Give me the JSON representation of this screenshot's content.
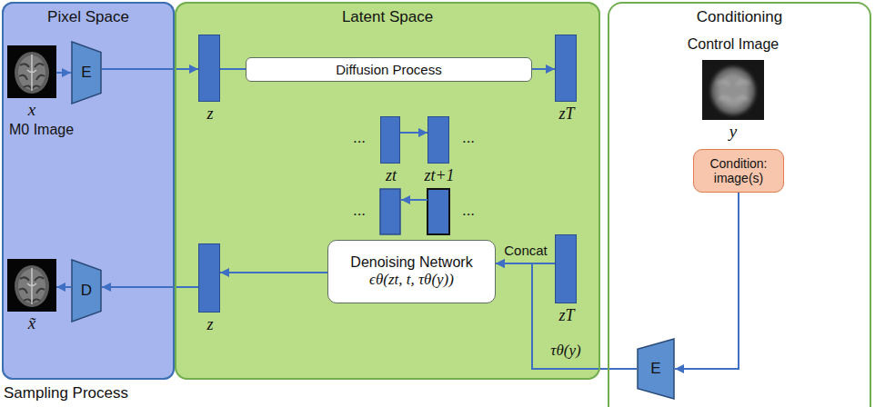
{
  "diagram": {
    "nodes": [
      {
        "text": [
          "Pixel Space"
        ]
      },
      {
        "text": [
          "x",
          "M0 Image"
        ],
        "in": 0
      },
      {
        "text": [
          "E"
        ],
        "in": 0
      },
      {
        "text": [
          "x̃"
        ],
        "in": 0
      },
      {
        "text": [
          "D"
        ],
        "in": 0
      },
      {
        "text": [
          "Latent Space"
        ]
      },
      {
        "text": [
          "z"
        ],
        "in": 5
      },
      {
        "text": [
          "Diffusion Process"
        ],
        "in": 5
      },
      {
        "text": [
          "zT"
        ],
        "in": 5
      },
      {
        "text": [
          "zt"
        ],
        "in": 5
      },
      {
        "text": [
          "zt+1"
        ],
        "in": 5
      },
      {
        "text": [
          "z"
        ],
        "in": 5
      },
      {
        "text": [
          "Denoising Network",
          "ϵθ(zt, t, τθ(y))"
        ],
        "in": 5
      },
      {
        "text": [
          "zT"
        ],
        "in": 5
      },
      {
        "text": [
          "Conditioning"
        ]
      },
      {
        "text": [
          "Control Image",
          "y"
        ],
        "in": 14
      },
      {
        "text": [
          "Condition: image(s)"
        ],
        "in": 14
      },
      {
        "text": [
          "E"
        ],
        "in": 14
      }
    ],
    "edges": [
      {
        "from": 1,
        "to": 2,
        "arrow": "to"
      },
      {
        "from": 2,
        "to": 6,
        "arrow": "to"
      },
      {
        "from": 6,
        "to": 7,
        "arrow": "none"
      },
      {
        "from": 7,
        "to": 8,
        "arrow": "to"
      },
      {
        "from": 9,
        "to": 10,
        "arrow": "to"
      },
      {
        "from": 12,
        "to": 11,
        "arrow": "to"
      },
      {
        "from": 11,
        "to": 4,
        "arrow": "to"
      },
      {
        "from": 4,
        "to": 3,
        "arrow": "to"
      },
      {
        "from": 13,
        "to": 12,
        "arrow": "to",
        "label": "Concat"
      },
      {
        "from": 16,
        "to": 17,
        "arrow": "to"
      },
      {
        "from": 17,
        "to": 12,
        "arrow": "to",
        "label": "τθ(y)"
      }
    ],
    "labels": [
      "...",
      "...",
      "...",
      "...",
      "Sampling Process"
    ]
  }
}
